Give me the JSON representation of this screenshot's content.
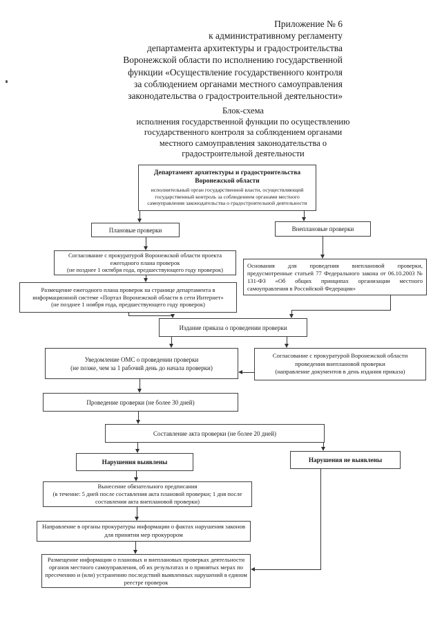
{
  "page": {
    "header_lines": [
      "Приложение № 6",
      "к административному регламенту",
      "департамента архитектуры и градостроительства",
      "Воронежской области по исполнению государственной",
      "функции «Осуществление государственного контроля",
      "за соблюдением органами местного самоуправления",
      "законодательства о градостроительной деятельности»"
    ],
    "title_lines": [
      "Блок-схема",
      "исполнения государственной функции по осуществлению",
      "государственного контроля за соблюдением органами",
      "местного самоуправления законодательства о",
      "градостроительной деятельности"
    ]
  },
  "flowchart": {
    "department": {
      "name_line1": "Департамент  архитектуры и градостроительства",
      "name_line2": "Воронежской области",
      "description": "исполнительный орган  государственной  власти, осуществляющий государственный контроль за соблюдением органами  местного самоуправления законодательства о градостроительной деятельности"
    },
    "planned_checks": "Плановые проверки",
    "unplanned_checks": "Внеплановые проверки",
    "plan_approval": "Согласование с прокуратурой Воронежской области проекта ежегодного плана проверок\n(не позднее 1 октября года, предшествующего году проверок)",
    "unplanned_grounds": "Основания для проведения внеплановой проверки, предусмотренные статьей 77 Федерального закона от 06.10.2003 №  131-ФЗ  «Об общих принципах организации местного самоуправления в Российской Федерации»",
    "plan_publication": "Размещение ежегодного плана проверок на странице департамента в информационной системе «Портал Воронежской области в сети Интернет»  (не позднее 1 ноября года, предшествующего году проверок)",
    "order_issue": "Издание приказа о проведении проверки",
    "oms_notification": "Уведомление ОМС о проведении проверки\n(не позже, чем за 1 рабочий день до начала проверки)",
    "unplanned_approval": "Согласование с прокуратурой Воронежской области\nпроведения внеплановой проверки\n(направление документов в день издания приказа)",
    "check_conduct": "Проведение проверки (не более 30 дней)",
    "act_drafting": "Составление акта проверки (не более 20 дней)",
    "violations_found": "Нарушения выявлены",
    "violations_not_found": "Нарушения не  выявлены",
    "prescription": "Вынесение обязательного предписания\n(в течение: 5  дней после составления акта плановой проверки;  1  дня после составления акта внеплановой проверки)",
    "prosecutor_info": "Направление в органы прокуратуры информации о фактах нарушения законов для принятия мер прокурором",
    "registry_publication": "Размещение информации о плановых и внеплановых проверках деятельности органов местного самоуправления, об их результатах и о принятых мерах по пресечению и (или) устранению последствий выявленных нарушений в едином реестре проверок"
  },
  "colors": {
    "ink": "#1a1a1a",
    "border": "#3d3d3d"
  }
}
